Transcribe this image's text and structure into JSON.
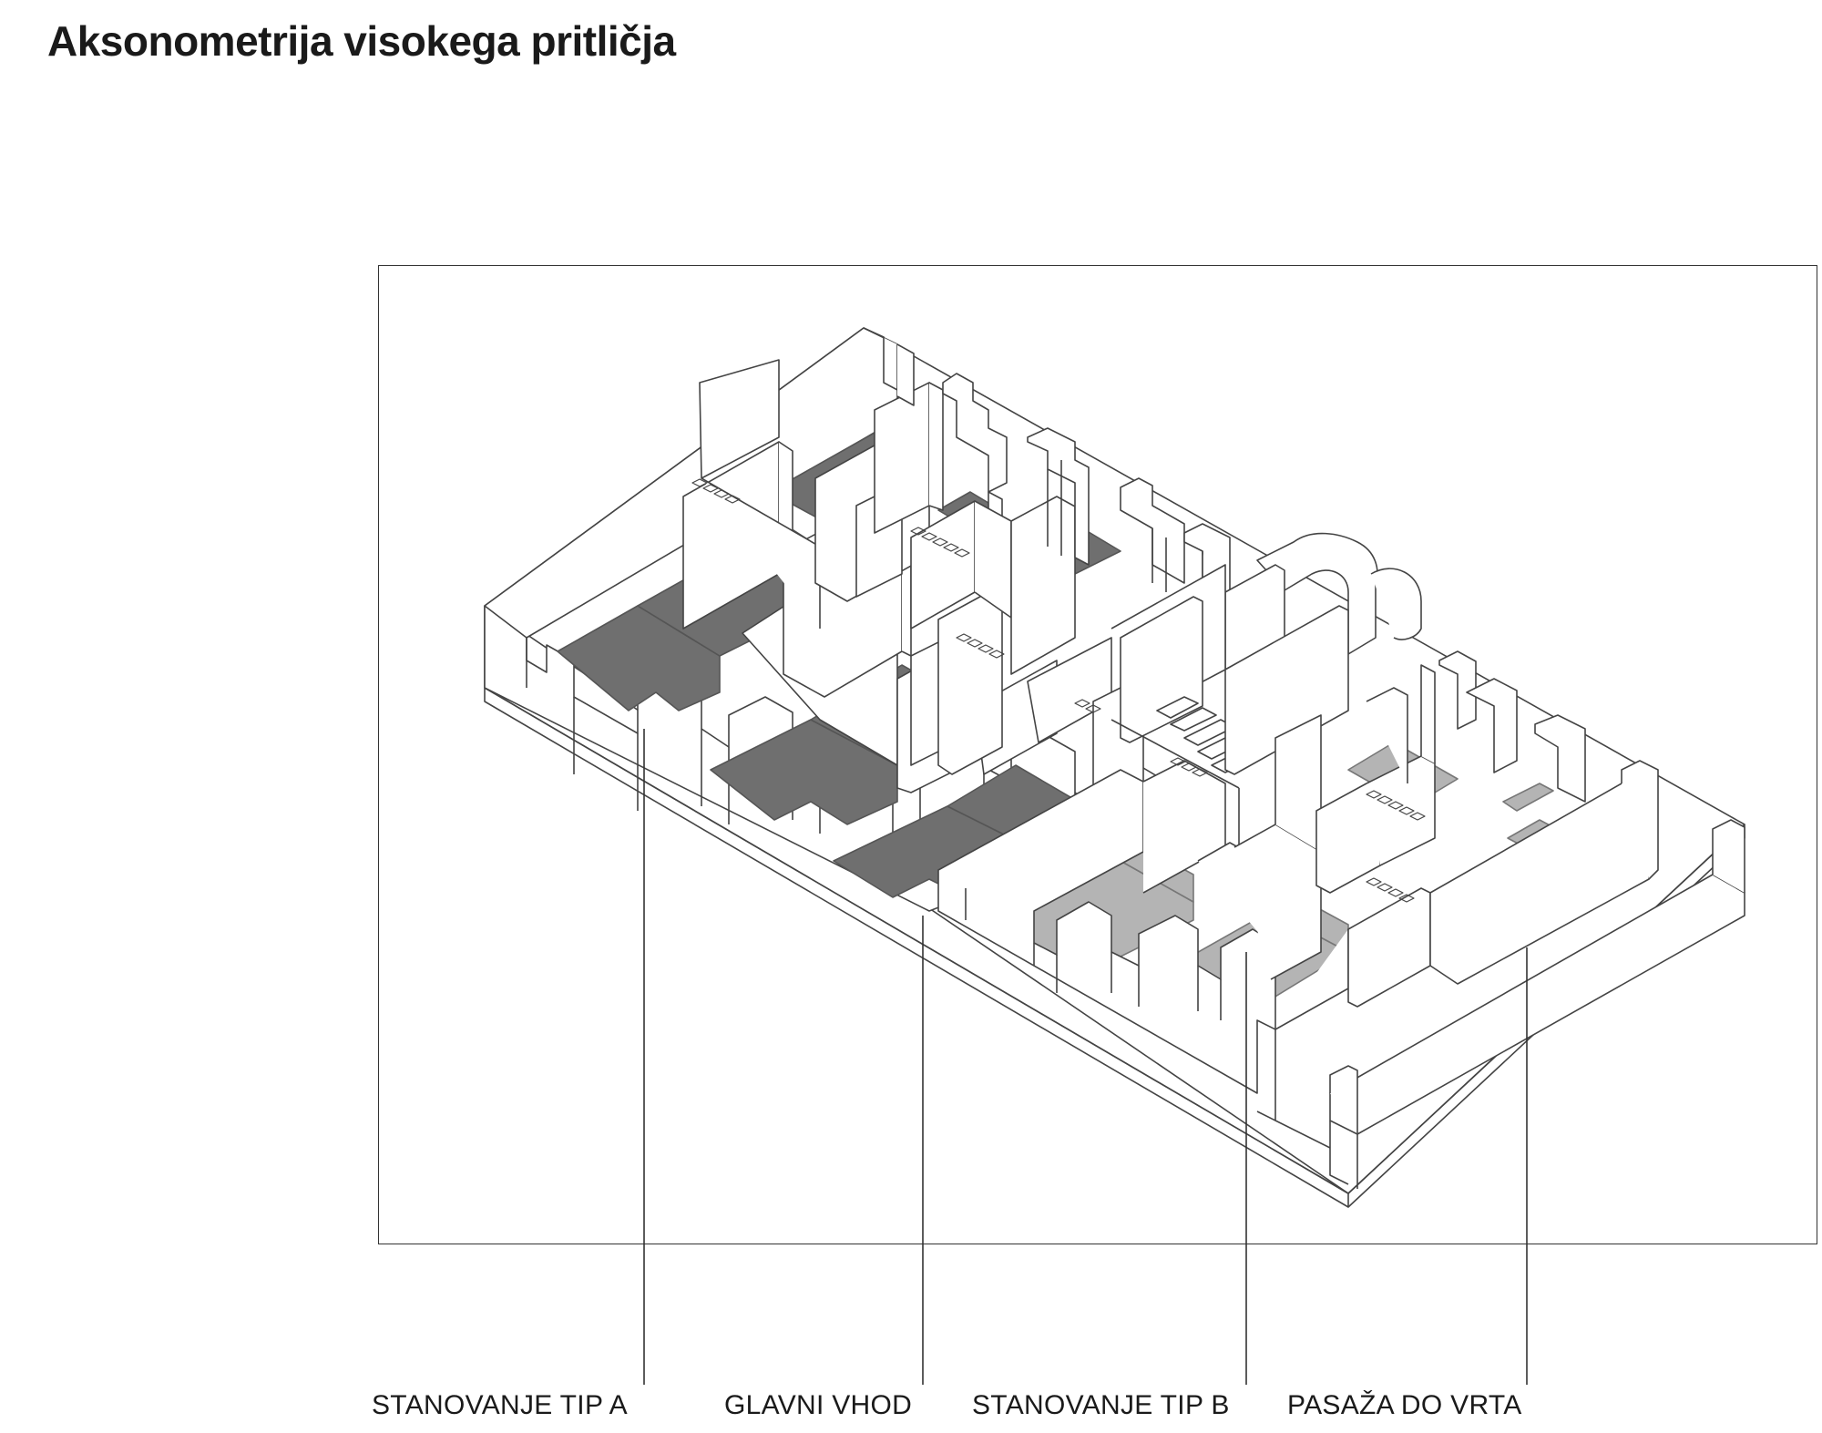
{
  "title": "Aksonometrija visokega pritličja",
  "labels": {
    "type_a": "STANOVANJE TIP A",
    "main_entrance": "GLAVNI VHOD",
    "type_b": "STANOVANJE TIP B",
    "garden_passage": "PASAŽA DO VRTA"
  },
  "colors": {
    "dark_floor": "#6f6f6f",
    "light_floor": "#b4b4b4",
    "line": "#333333"
  }
}
